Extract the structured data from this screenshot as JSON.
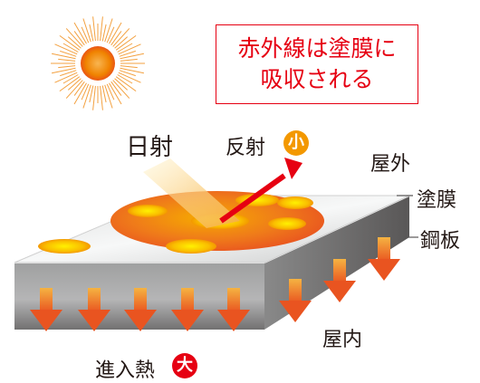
{
  "callout": {
    "line1": "赤外線は塗膜に",
    "line2": "吸収される",
    "border_color": "#e60012",
    "text_color": "#e60012"
  },
  "labels": {
    "sunlight": "日射",
    "reflection": "反射",
    "reflection_badge": "小",
    "outdoor": "屋外",
    "coating": "塗膜",
    "steel_plate": "鋼板",
    "indoor": "屋内",
    "heat_entry": "進入熱",
    "heat_badge": "大"
  },
  "colors": {
    "reflection_badge": "#f39800",
    "heat_badge": "#e60012",
    "arrow_orange": "#eb6100",
    "sun": "#f08300",
    "absorbed_spot": "#fabe00"
  },
  "icons": [
    "sun-icon",
    "reflection-arrow-icon",
    "heat-down-arrow-icon"
  ]
}
